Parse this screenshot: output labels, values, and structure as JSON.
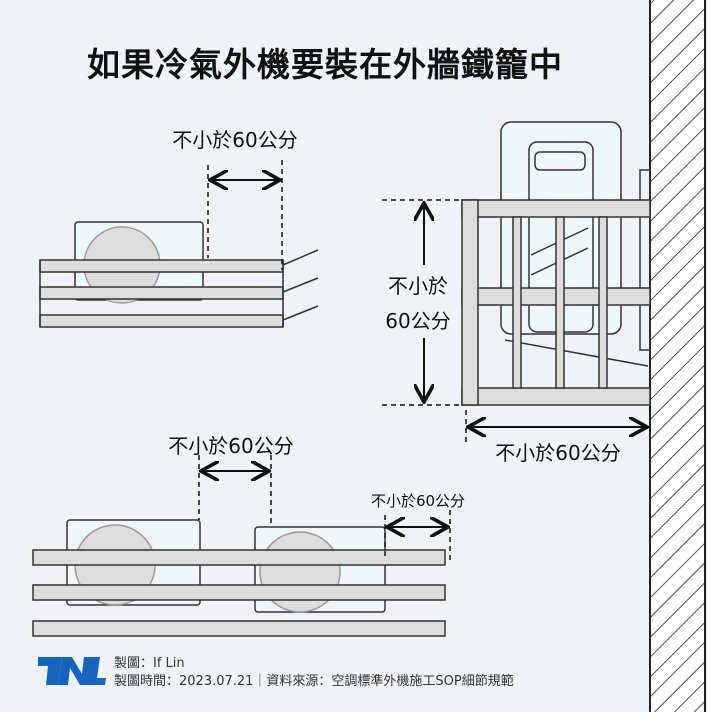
{
  "title": "如果冷氣外機要裝在外牆鐵籠中",
  "labels": {
    "top_left": "不小於60公分",
    "right_vertical_1": "不小於",
    "right_vertical_2": "60公分",
    "right_horizontal": "不小於60公分",
    "bottom_between": "不小於60公分",
    "bottom_side": "不小於60公分"
  },
  "footer": {
    "logo": "TNL",
    "author": "製圖：If Lin",
    "meta": "製圖時間：2023.07.21｜資料來源：空調標準外機施工SOP細節規範"
  },
  "colors": {
    "background": "#f0f2f7",
    "logo": "#1565c0",
    "rail": "#dcdcdc",
    "unit": "#eef7fc"
  }
}
